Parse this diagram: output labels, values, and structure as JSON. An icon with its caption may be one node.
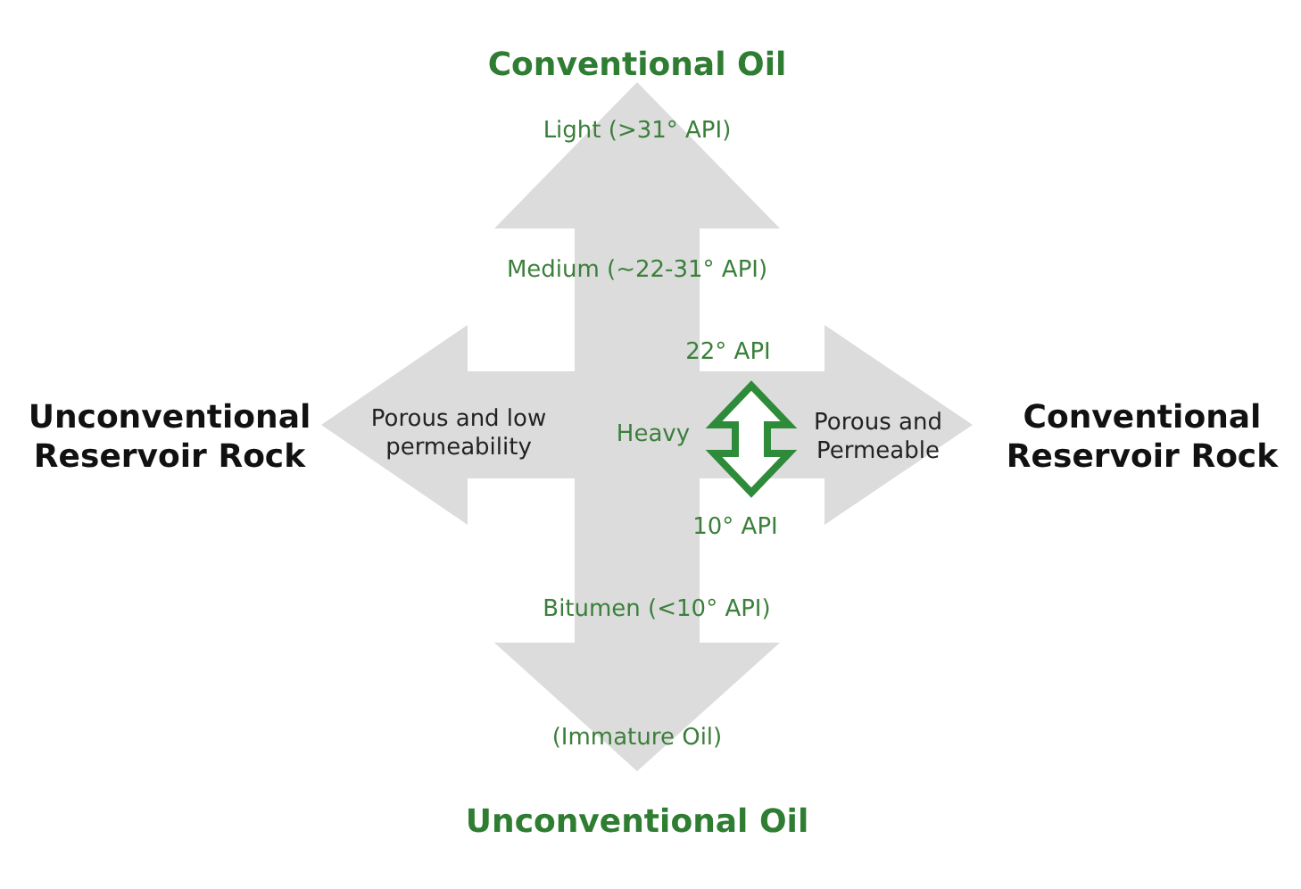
{
  "diagram": {
    "labels": [
      "Conventional Oil",
      "Light (>31° API)",
      "Medium (~22-31° API)",
      "22° API",
      "Unconventional Reservoir Rock",
      "Porous and low permeability",
      "Heavy",
      "Porous and Permeable",
      "Conventional Reservoir Rock",
      "10° API",
      "Bitumen (<10° API)",
      "(Immature Oil)",
      "Unconventional Oil"
    ]
  }
}
